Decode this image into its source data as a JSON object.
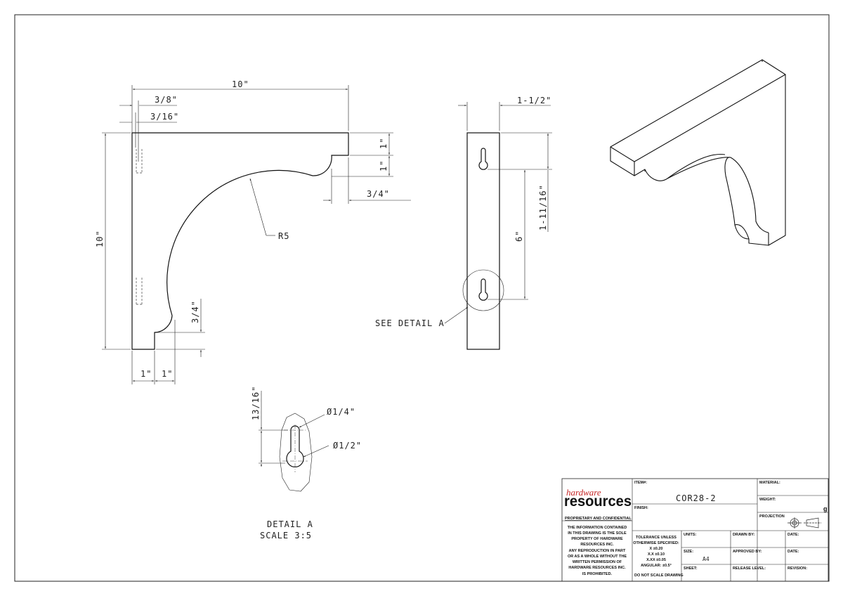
{
  "front_view": {
    "dim_overall_width": "10\"",
    "dim_offset_3_8": "3/8\"",
    "dim_offset_3_16": "3/16\"",
    "dim_overall_height": "10\"",
    "dim_top_step_1": "1\"",
    "dim_top_step_2": "1\"",
    "dim_top_3_4": "3/4\"",
    "radius_label": "R5",
    "dim_bottom_3_4": "3/4\"",
    "dim_bottom_1a": "1\"",
    "dim_bottom_1b": "1\""
  },
  "side_view": {
    "dim_thickness": "1-1/2\"",
    "dim_top_to_hole": "1-11/16\"",
    "dim_hole_spacing": "6\"",
    "detail_callout": "SEE DETAIL A"
  },
  "detail_a": {
    "dim_height": "13/16\"",
    "dim_small_dia": "Ø1/4\"",
    "dim_large_dia": "Ø1/2\"",
    "title": "DETAIL A",
    "scale": "SCALE 3:5"
  },
  "title_block": {
    "logo_top": "hardware",
    "logo_bottom": "resources",
    "proprietary": "PROPRIETARY AND CONFIDENTIAL",
    "notice_lines": [
      "THE INFORMATION CONTAINED",
      "IN THIS DRAWING IS THE SOLE",
      "PROPERTY OF HARDWARE",
      "RESOURCES INC.",
      "ANY REPRODUCTION IN PART",
      "OR AS A WHOLE WITHOUT THE",
      "WRITTEN PERMISSION OF",
      "HARDWARE RESOURCES INC.",
      "IS PROHIBITED."
    ],
    "item_label": "ITEM#:",
    "item_value": "COR28-2",
    "finish_label": "FINISH:",
    "material_label": "MATERIAL:",
    "weight_label": "WEIGHT:",
    "weight_unit": "g",
    "projection_label": "PROJECTION",
    "tolerance_lines": [
      "TOLERANCE UNLESS",
      "OTHERWISE SPECIFIED:",
      "X    ±0.20",
      "X.X   ±0.10",
      "X.XX  ±0.05",
      "ANGULAR: ±0.5°"
    ],
    "dont_scale": "DO NOT SCALE DRAWING",
    "units_label": "UNITS:",
    "size_label": "SIZE:",
    "size_value": "A4",
    "sheet_label": "SHEET:",
    "drawn_by_label": "DRAWN BY:",
    "approved_by_label": "APPROVED BY:",
    "release_level_label": "RELEASE LEVEL:",
    "date_label_1": "DATE:",
    "date_label_2": "DATE:",
    "revision_label": "REVISION:"
  }
}
